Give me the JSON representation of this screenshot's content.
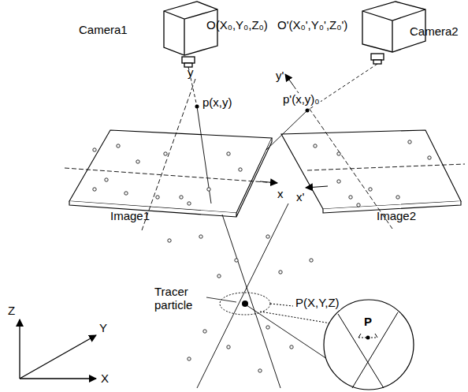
{
  "diagram": {
    "nodes": [
      {
        "text": [
          "Camera1"
        ]
      },
      {
        "text": [
          "Image1"
        ]
      },
      {
        "text": [
          "Camera2"
        ]
      },
      {
        "text": [
          "Image2"
        ]
      },
      {
        "text": [
          "P"
        ]
      }
    ],
    "labels": [
      "O(X₀,Y₀,Z₀)",
      "O'(X₀',Y₀',Z₀')",
      "y",
      "p(x,y)",
      "x",
      "y'",
      "p'(x,y)₀",
      "x'",
      "Tracer particle",
      "P(X,Y,Z)",
      "Z",
      "Y",
      "X"
    ]
  }
}
